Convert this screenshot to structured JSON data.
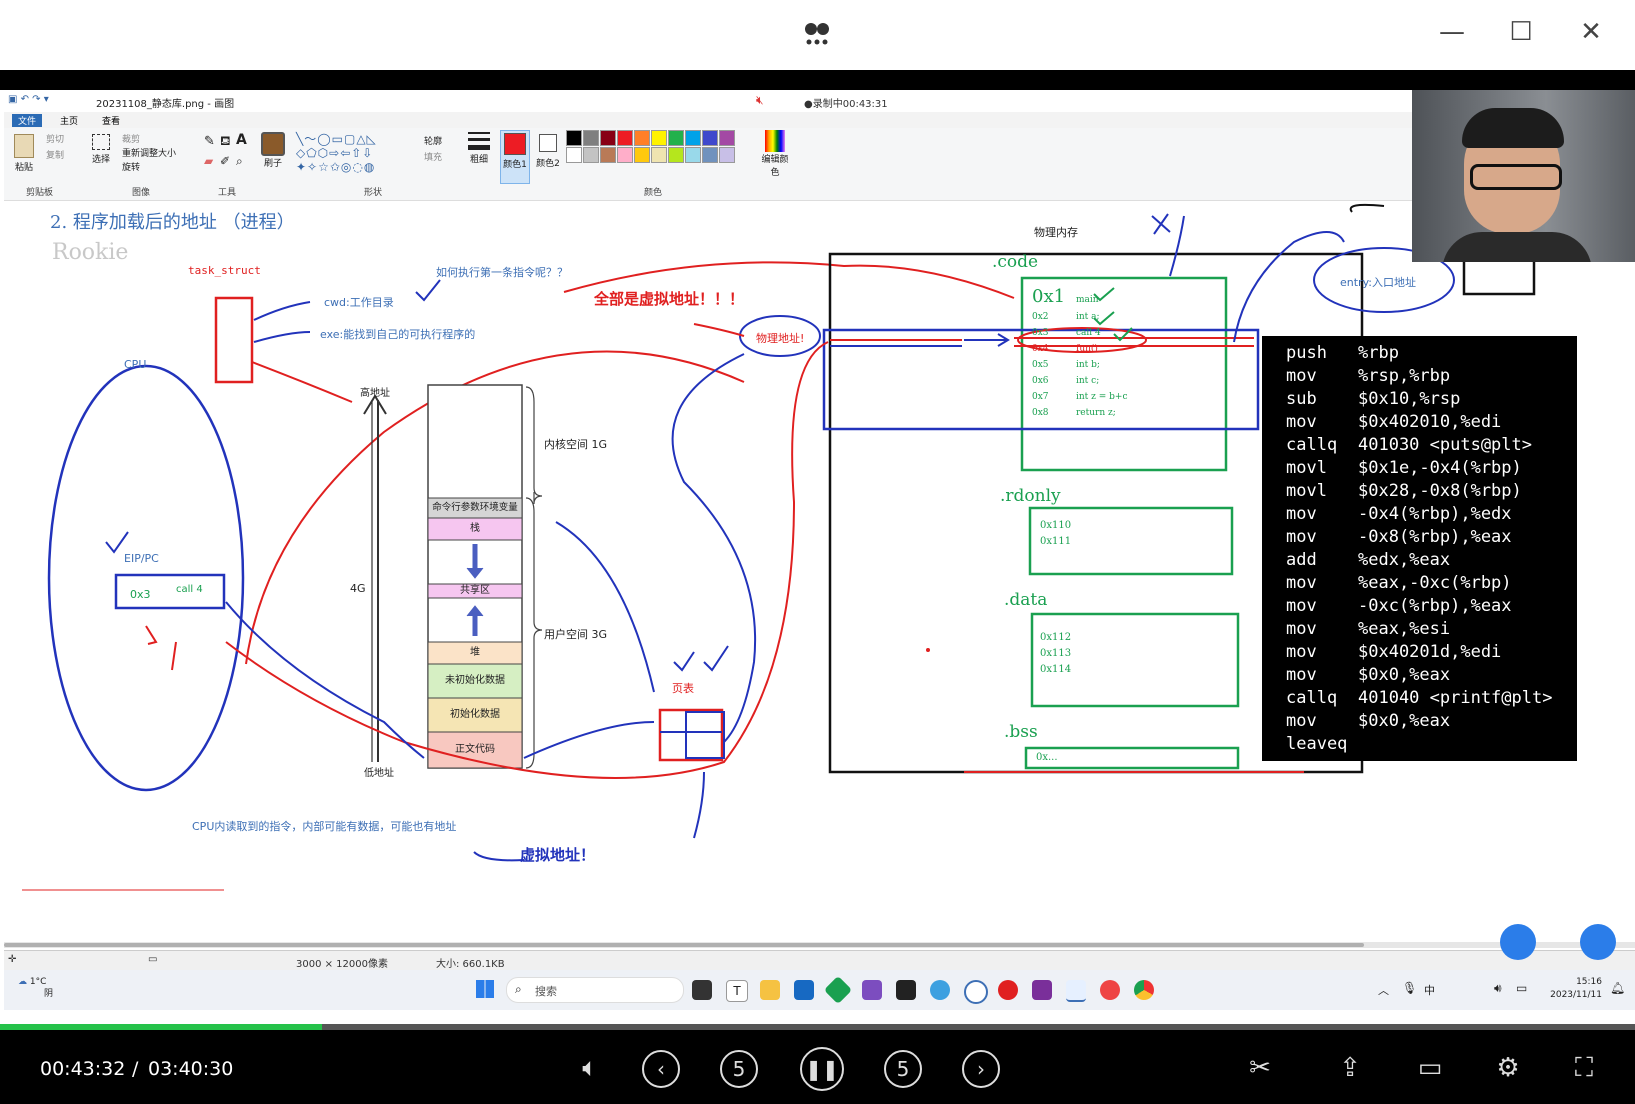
{
  "player": {
    "current_time": "00:43:32",
    "separator": "/",
    "total_time": "03:40:30",
    "progress_fraction": 0.197,
    "skip_back_label": "5",
    "skip_forward_label": "5"
  },
  "paint": {
    "file_title": "20231108_静态库.png - 画图",
    "recording": "●录制中00:43:31",
    "menus": [
      "文件",
      "主页",
      "查看"
    ],
    "ribbon": {
      "paste": "粘贴",
      "cut": "剪切",
      "copy": "复制",
      "clipboard_group": "剪贴板",
      "select": "选择",
      "crop": "裁剪",
      "resize": "重新调整大小",
      "rotate": "旋转",
      "image_group": "图像",
      "tools_group": "工具",
      "brush": "刷子",
      "outline": "轮廓",
      "fill": "填充",
      "shapes_group": "形状",
      "size": "粗细",
      "color1": "颜色1",
      "color2": "颜色2",
      "colors_group": "颜色",
      "edit_colors": "编辑颜色",
      "palette_row1": [
        "#000000",
        "#7f7f7f",
        "#880015",
        "#ed1c24",
        "#ff7f27",
        "#fff200",
        "#22b14c",
        "#00a2e8",
        "#3f48cc",
        "#a349a4"
      ],
      "palette_row2": [
        "#ffffff",
        "#c3c3c3",
        "#b97a57",
        "#ffaec9",
        "#ffc90e",
        "#efe4b0",
        "#b5e61d",
        "#99d9ea",
        "#7092be",
        "#c8bfe7"
      ]
    },
    "status": {
      "dimensions": "3000 × 12000像素",
      "size": "大小: 660.1KB"
    }
  },
  "diagram": {
    "heading": "2.  程序加载后的地址  （进程）",
    "watermark": "Rookie",
    "task_struct": "task_struct",
    "cwd": "cwd:工作目录",
    "exe": "exe:能找到自己的可执行程序的",
    "question": "如何执行第一条指令呢？？",
    "all_virtual": "全部是虚拟地址！！！",
    "cpu": "CPU",
    "eip": "EIP/PC",
    "eip_value": "0x3",
    "eip_call": "call 4",
    "high_addr": "高地址",
    "low_addr": "低地址",
    "four_g": "4G",
    "kernel_space": "内核空间 1G",
    "user_space": "用户空间 3G",
    "segments": [
      "命令行参数环境变量",
      "栈",
      "",
      "共享区",
      "",
      "堆",
      "未初始化数据",
      "初始化数据",
      "正文代码"
    ],
    "phys_addr": "物理地址!",
    "page_table": "页表",
    "phys_mem": "物理内存",
    "entry": "entry:入口地址",
    "code_label": ".code",
    "rdonly_label": ".rdonly",
    "data_label": ".data",
    "bss_label": ".bss",
    "code_lines": [
      {
        "addr": "0x1",
        "text": "main"
      },
      {
        "addr": "0x2",
        "text": "int a;"
      },
      {
        "addr": "0x3",
        "text": "call 4"
      },
      {
        "addr": "0x4",
        "text": "fun()"
      },
      {
        "addr": "0x5",
        "text": "int b;"
      },
      {
        "addr": "0x6",
        "text": "int c;"
      },
      {
        "addr": "0x7",
        "text": "int z = b+c"
      },
      {
        "addr": "0x8",
        "text": "return z;"
      }
    ],
    "rdonly_addrs": [
      "0x110",
      "0x111"
    ],
    "data_addrs": [
      "0x112",
      "0x113",
      "0x114"
    ],
    "bss_addr": "0x...",
    "cpu_note": "CPU内读取到的指令，内部可能有数据，可能也有地址",
    "virtual_note": "虚拟地址！"
  },
  "asm": [
    {
      "op": "push",
      "args": "%rbp"
    },
    {
      "op": "mov",
      "args": "%rsp,%rbp"
    },
    {
      "op": "sub",
      "args": "$0x10,%rsp"
    },
    {
      "op": "mov",
      "args": "$0x402010,%edi"
    },
    {
      "op": "callq",
      "args": "401030 <puts@plt>"
    },
    {
      "op": "movl",
      "args": "$0x1e,-0x4(%rbp)"
    },
    {
      "op": "movl",
      "args": "$0x28,-0x8(%rbp)"
    },
    {
      "op": "mov",
      "args": "-0x4(%rbp),%edx"
    },
    {
      "op": "mov",
      "args": "-0x8(%rbp),%eax"
    },
    {
      "op": "add",
      "args": "%edx,%eax"
    },
    {
      "op": "mov",
      "args": "%eax,-0xc(%rbp)"
    },
    {
      "op": "mov",
      "args": "-0xc(%rbp),%eax"
    },
    {
      "op": "mov",
      "args": "%eax,%esi"
    },
    {
      "op": "mov",
      "args": "$0x40201d,%edi"
    },
    {
      "op": "mov",
      "args": "$0x0,%eax"
    },
    {
      "op": "callq",
      "args": "401040 <printf@plt>"
    },
    {
      "op": "mov",
      "args": "$0x0,%eax"
    },
    {
      "op": "leaveq",
      "args": ""
    }
  ],
  "taskbar": {
    "weather_temp": "1°C",
    "weather_desc": "阴",
    "search": "搜索",
    "time": "15:16",
    "date": "2023/11/11",
    "ime": "中"
  },
  "colors": {
    "progress": "#25c24a",
    "ink_red": "#e02020",
    "ink_blue": "#2233bb",
    "ink_green": "#1aa050"
  }
}
